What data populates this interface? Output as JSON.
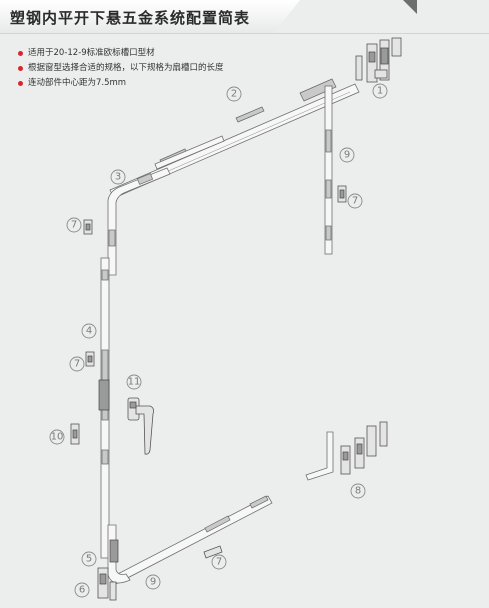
{
  "title": "塑钢内平开下悬五金系统配置简表",
  "notes": [
    "适用于20-12-9标准欧标槽口型材",
    "根据窗型选择合适的规格，以下规格为扇槽口的长度",
    "连动部件中心距为7.5mm"
  ],
  "colors": {
    "bullet": "#d9262e",
    "callout": "#8a8a8a",
    "part_outline": "#555555"
  },
  "callouts": {
    "c1": "1",
    "c2": "2",
    "c3": "3",
    "c4": "4",
    "c5": "5",
    "c6": "6",
    "c7a": "7",
    "c7b": "7",
    "c7c": "7",
    "c7d": "7",
    "c8": "8",
    "c9a": "9",
    "c9b": "9",
    "c10": "10",
    "c11": "11"
  }
}
